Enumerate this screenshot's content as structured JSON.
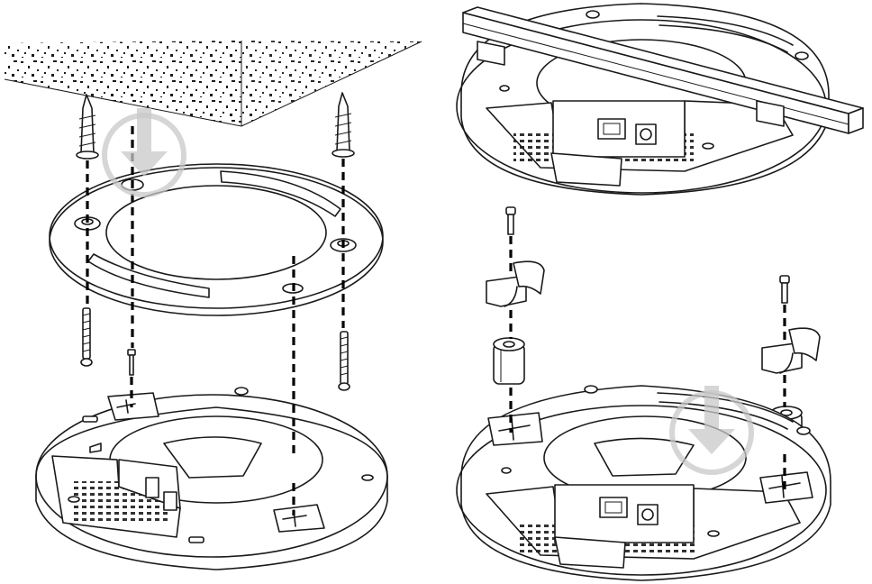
{
  "diagram": {
    "panels": [
      {
        "id": "ceiling-mount",
        "position": "left"
      },
      {
        "id": "rail-mount",
        "position": "right"
      }
    ],
    "watermark_icon": "download-arrow-icon"
  }
}
